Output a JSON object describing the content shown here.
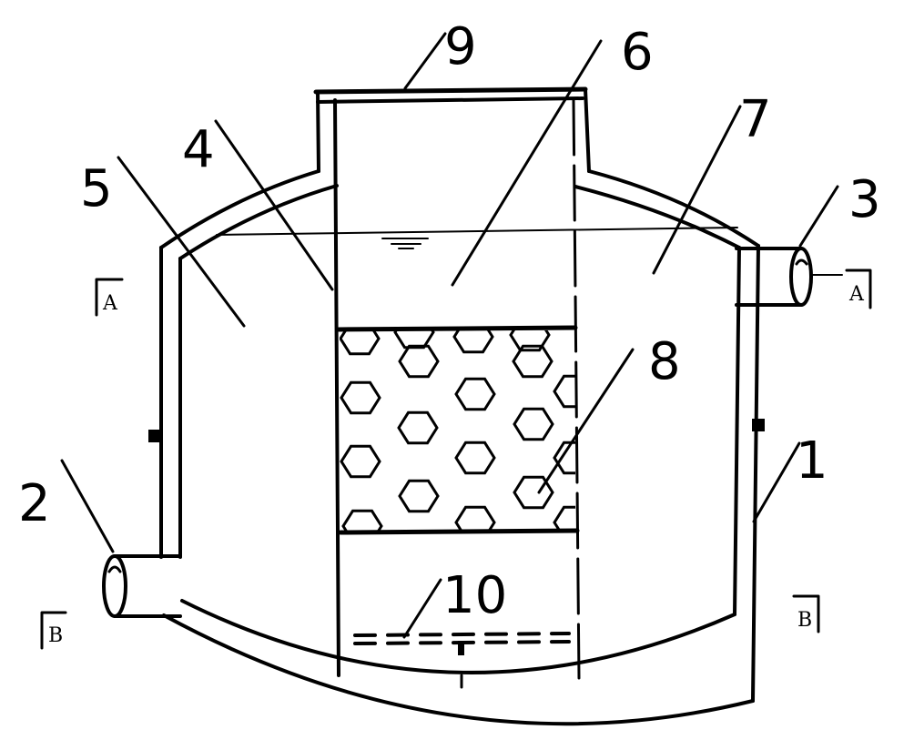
{
  "labels": {
    "n1": "1",
    "n2": "2",
    "n3": "3",
    "n4": "4",
    "n5": "5",
    "n6": "6",
    "n7": "7",
    "n8": "8",
    "n9": "9",
    "n10": "10"
  },
  "section_marks": {
    "a_left": "A",
    "a_right": "A",
    "b_left": "B",
    "b_right": "B"
  }
}
